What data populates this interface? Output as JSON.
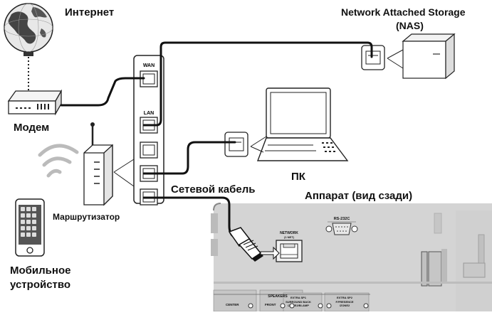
{
  "labels": {
    "internet": "Интернет",
    "modem": "Модем",
    "router": "Маршрутизатор",
    "mobile_line1": "Мобильное",
    "mobile_line2": "устройство",
    "nas_line1": "Network Attached Storage",
    "nas_line2": "(NAS)",
    "pc": "ПК",
    "cable": "Сетевой кабель",
    "unit": "Аппарат (вид сзади)"
  },
  "router_ports": {
    "wan": "WAN",
    "lan": "LAN"
  },
  "panel": {
    "rs232c": "RS-232C",
    "network_line1": "NETWORK",
    "network_line2": "(1 NET)",
    "speakers": "SPEAKERS",
    "center": "CENTER",
    "front": "FRONT",
    "extra_sp1_tag": "EXTRA SP1",
    "extra_sp1_line1": "SURROUND BACK",
    "extra_sp1_line2": "/ZONE2/BI-AMP",
    "extra_sp2_tag": "EXTRA SP2",
    "extra_sp2_line1": "F.PRESENCE",
    "extra_sp2_line2": "/ZONE2"
  }
}
